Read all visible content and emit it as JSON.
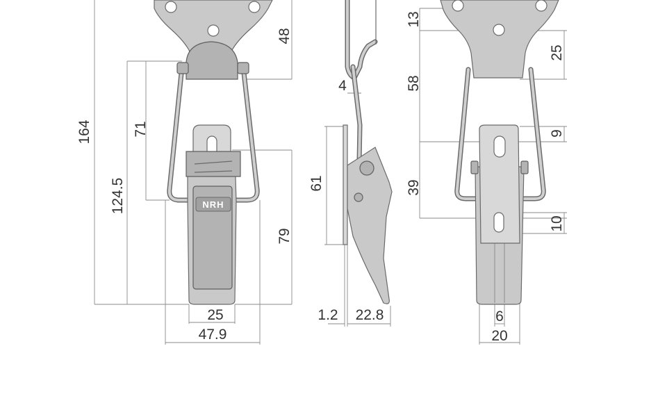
{
  "drawing": {
    "front_view": {
      "dims": {
        "total_height": "164",
        "plate_height": "48",
        "wire_height": "71",
        "body_height": "124.5",
        "hook_length": "79",
        "hook_width": "25",
        "overall_width": "47.9"
      },
      "brand_mark": "NRH"
    },
    "side_view": {
      "dims": {
        "hook_height": "61",
        "wire_gap": "4",
        "base_thickness": "1.2",
        "depth": "22.8"
      }
    },
    "keeper_view": {
      "dims": {
        "top_offset": "13",
        "plate_height": "25",
        "span": "58",
        "slot_offset": "9",
        "keeper_length": "39",
        "slot_to_hole": "10",
        "slot_width": "6",
        "keeper_width": "20"
      }
    }
  }
}
